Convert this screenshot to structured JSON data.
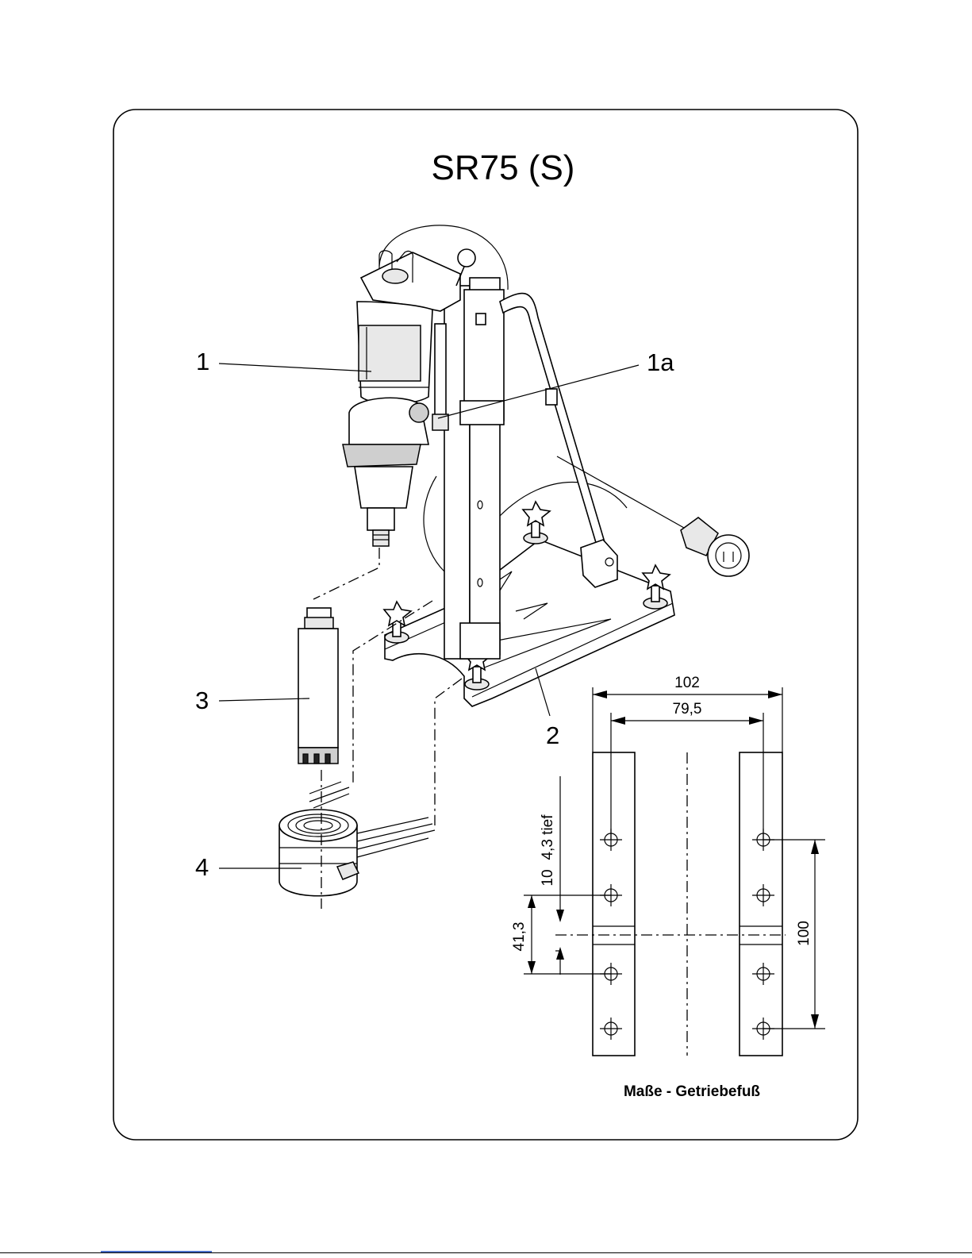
{
  "title": "SR75 (S)",
  "callouts": {
    "motor": "1",
    "switch": "1a",
    "stand": "2",
    "core_bit": "3",
    "water_collector": "4"
  },
  "dimensions": {
    "overall_width": "102",
    "hole_spacing": "79,5",
    "depth_note": "4,3 tief",
    "hole_offset": "10",
    "center_offset": "41,3",
    "hole_pitch": "100"
  },
  "caption": "Maße - Getriebefuß"
}
